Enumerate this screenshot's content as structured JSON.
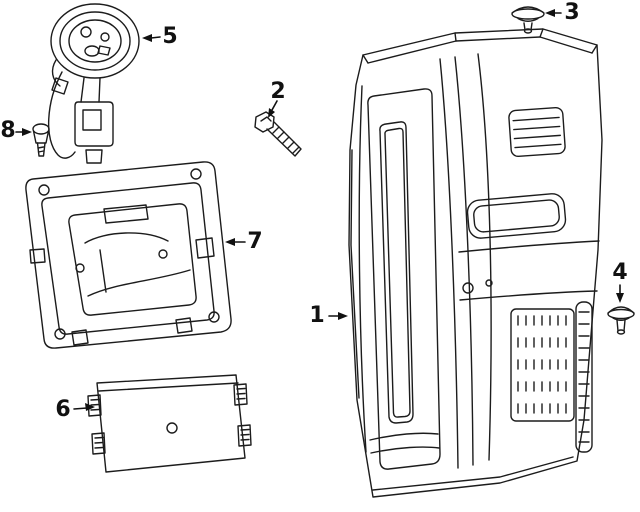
{
  "diagram": {
    "colors": {
      "background": "#ffffff",
      "line": "#1c1c1c",
      "callout_text": "#111111"
    },
    "callouts": [
      {
        "label": "1",
        "part": "tail-lamp-assembly"
      },
      {
        "label": "2",
        "part": "mounting-bolt"
      },
      {
        "label": "3",
        "part": "push-on-nut-upper"
      },
      {
        "label": "4",
        "part": "push-on-nut-side"
      },
      {
        "label": "5",
        "part": "bulb-socket-and-wiring"
      },
      {
        "label": "6",
        "part": "control-module"
      },
      {
        "label": "7",
        "part": "lamp-housing-bracket"
      },
      {
        "label": "8",
        "part": "mounting-screw"
      }
    ]
  }
}
